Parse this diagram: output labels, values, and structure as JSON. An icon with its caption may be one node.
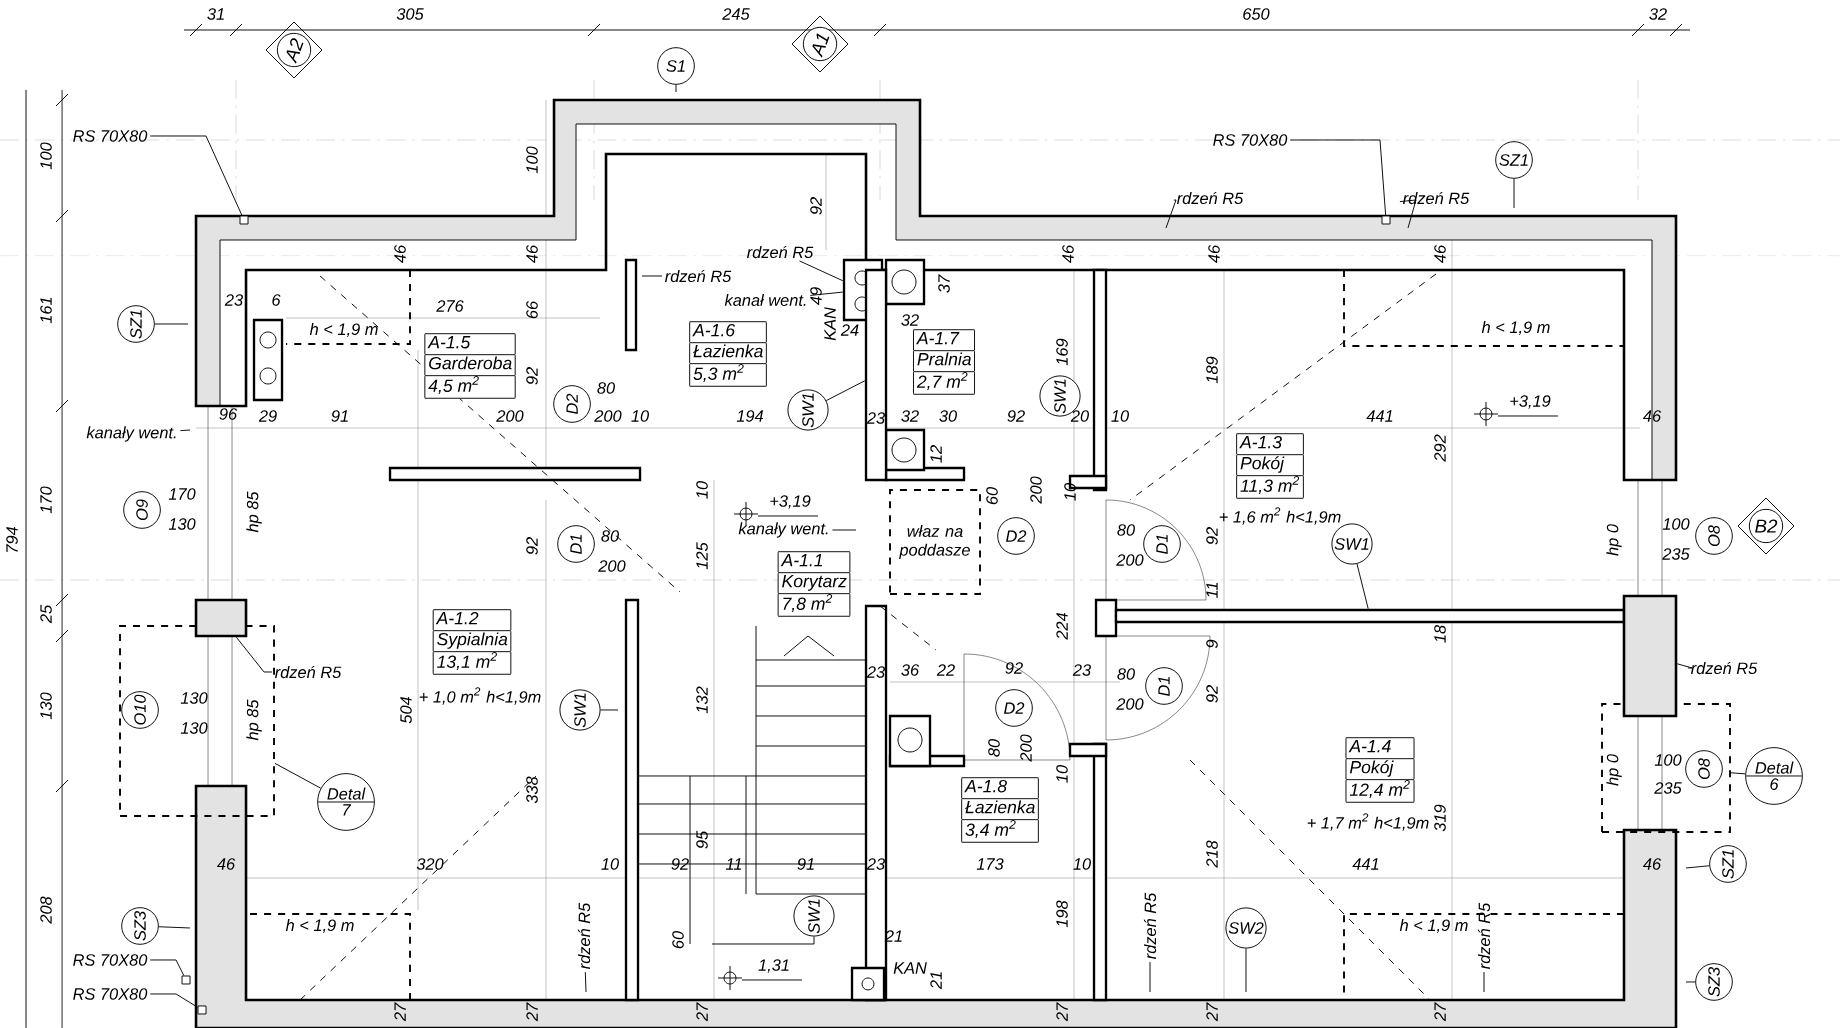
{
  "diagram": {
    "nodes": [
      {
        "text": [
          "A-1.5",
          "Garderoba",
          "4,5 m$^{2}$"
        ]
      },
      {
        "text": [
          "A-1.6",
          "Łazienka",
          "5,3 m$^{2}$"
        ]
      },
      {
        "text": [
          "A-1.7",
          "Pralnia",
          "2,7 m$^{2}$"
        ]
      },
      {
        "text": [
          "A-1.3",
          "Pokój",
          "11,3 m$^{2}$"
        ],
        "beside": [
          "+ 1,6 m$^{2}$ h<1,9m"
        ]
      },
      {
        "text": [
          "A-1.2",
          "Sypialnia",
          "13,1 m$^{2}$"
        ],
        "beside": [
          "+ 1,0 m$^{2}$ h<1,9m"
        ]
      },
      {
        "text": [
          "A-1.1",
          "Korytarz",
          "7,8 m$^{2}$"
        ]
      },
      {
        "text": [
          "A-1.8",
          "Łazienka",
          "3,4 m$^{2}$"
        ]
      },
      {
        "text": [
          "A-1.4",
          "Pokój",
          "12,4 m$^{2}$"
        ],
        "beside": [
          "+ 1,7 m$^{2}$ h<1,9m"
        ]
      },
      {
        "text": [
          "właz na poddasze"
        ]
      },
      {
        "text": [
          "A2"
        ]
      },
      {
        "text": [
          "A1"
        ]
      },
      {
        "text": [
          "B2"
        ]
      },
      {
        "text": [
          "S1"
        ]
      },
      {
        "text": [
          "SZ1"
        ]
      },
      {
        "text": [
          "SZ1"
        ]
      },
      {
        "text": [
          "SZ1"
        ]
      },
      {
        "text": [
          "SZ3"
        ]
      },
      {
        "text": [
          "SZ3"
        ]
      },
      {
        "text": [
          "SW1"
        ]
      },
      {
        "text": [
          "SW1"
        ]
      },
      {
        "text": [
          "SW1"
        ]
      },
      {
        "text": [
          "SW1"
        ]
      },
      {
        "text": [
          "SW1"
        ]
      },
      {
        "text": [
          "SW2"
        ]
      },
      {
        "text": [
          "D2"
        ],
        "beside": [
          "80",
          "200"
        ]
      },
      {
        "text": [
          "D1"
        ],
        "beside": [
          "80",
          "200"
        ]
      },
      {
        "text": [
          "D2"
        ],
        "beside": [
          "60",
          "200"
        ]
      },
      {
        "text": [
          "D1"
        ],
        "beside": [
          "80",
          "200"
        ]
      },
      {
        "text": [
          "D1"
        ],
        "beside": [
          "80",
          "200"
        ]
      },
      {
        "text": [
          "D2"
        ],
        "beside": [
          "80",
          "200"
        ]
      },
      {
        "text": [
          "O9"
        ],
        "beside": [
          "170",
          "130"
        ]
      },
      {
        "text": [
          "O10"
        ],
        "beside": [
          "130",
          "130"
        ],
        "in": 36
      },
      {
        "text": [
          "O8"
        ],
        "beside": [
          "100",
          "235"
        ]
      },
      {
        "text": [
          "O8"
        ],
        "beside": [
          "100",
          "235"
        ],
        "in": 37
      },
      {
        "text": [
          "Detal",
          "7"
        ]
      },
      {
        "text": [
          "Detal",
          "6"
        ]
      },
      {
        "text": [],
        "shape": "box"
      },
      {
        "text": [],
        "shape": "box"
      },
      {
        "text": [
          "RS 70X80"
        ]
      },
      {
        "text": [
          "RS 70X80"
        ]
      },
      {
        "text": [
          "RS 70X80"
        ]
      },
      {
        "text": [
          "RS 70X80"
        ]
      },
      {
        "text": [
          "rdzeń R5"
        ]
      },
      {
        "text": [
          "rdzeń R5"
        ]
      },
      {
        "text": [
          "rdzeń R5"
        ]
      },
      {
        "text": [
          "rdzeń R5"
        ]
      },
      {
        "text": [
          "kanał went."
        ]
      },
      {
        "text": [
          "kanały went."
        ]
      },
      {
        "text": [
          "kanały went."
        ]
      },
      {
        "text": [
          "rdzeń R5"
        ]
      },
      {
        "text": [
          "rdzeń R5"
        ]
      },
      {
        "text": [
          "rdzeń R5"
        ]
      },
      {
        "text": [
          "rdzeń R5"
        ]
      },
      {
        "text": [
          "rdzeń R5"
        ]
      },
      {
        "text": [],
        "shape": "box"
      },
      {
        "text": [],
        "shape": "box"
      },
      {
        "text": [],
        "shape": "box"
      },
      {
        "text": [],
        "shape": "box"
      },
      {
        "text": [],
        "shape": "box"
      },
      {
        "text": [],
        "shape": "box"
      },
      {
        "text": [],
        "shape": "box"
      },
      {
        "text": [],
        "shape": "box"
      },
      {
        "text": [],
        "shape": "box"
      }
    ],
    "edges": [
      {
        "from": 12,
        "to": null,
        "arrow": "none"
      },
      {
        "from": 13,
        "to": null,
        "arrow": "none"
      },
      {
        "from": 14,
        "to": null,
        "arrow": "none"
      },
      {
        "from": 15,
        "to": null,
        "arrow": "none"
      },
      {
        "from": 16,
        "to": null,
        "arrow": "none"
      },
      {
        "from": 17,
        "to": null,
        "arrow": "none"
      },
      {
        "from": 18,
        "to": 60,
        "arrow": "none"
      },
      {
        "from": 20,
        "to": null,
        "arrow": "none"
      },
      {
        "from": 21,
        "to": 61,
        "arrow": "none"
      },
      {
        "from": 22,
        "to": null,
        "arrow": "none"
      },
      {
        "from": 23,
        "to": null,
        "arrow": "none"
      },
      {
        "from": 34,
        "to": 36,
        "arrow": "none"
      },
      {
        "from": 35,
        "to": 37,
        "arrow": "none"
      },
      {
        "from": 38,
        "to": 54,
        "arrow": "none"
      },
      {
        "from": 39,
        "to": 55,
        "arrow": "none"
      },
      {
        "from": 40,
        "to": 56,
        "arrow": "none"
      },
      {
        "from": 41,
        "to": 57,
        "arrow": "none"
      },
      {
        "from": 42,
        "to": null,
        "arrow": "none"
      },
      {
        "from": 43,
        "to": null,
        "arrow": "none"
      },
      {
        "from": 44,
        "to": 59,
        "arrow": "none"
      },
      {
        "from": 45,
        "to": null,
        "arrow": "none"
      },
      {
        "from": 46,
        "to": 59,
        "arrow": "none"
      },
      {
        "from": 47,
        "to": null,
        "arrow": "none"
      },
      {
        "from": 48,
        "to": null,
        "arrow": "none"
      },
      {
        "from": 49,
        "to": 58,
        "arrow": "none"
      },
      {
        "from": 50,
        "to": 62,
        "arrow": "none"
      },
      {
        "from": 51,
        "to": null,
        "arrow": "none"
      },
      {
        "from": 52,
        "to": null,
        "arrow": "none"
      },
      {
        "from": 53,
        "to": null,
        "arrow": "none"
      }
    ],
    "labels": [
      "31",
      "305",
      "245",
      "650",
      "32",
      "100",
      "161",
      "170",
      "794",
      "25",
      "130",
      "208",
      "100",
      "46",
      "46",
      "23",
      "6",
      "276",
      "66",
      "92",
      "h < 1,9 m",
      "96",
      "29",
      "91",
      "200",
      "10",
      "92",
      "49",
      "KAN",
      "24",
      "32",
      "37",
      "194",
      "23",
      "32",
      "30",
      "92",
      "20",
      "10",
      "169",
      "189",
      "46",
      "46",
      "46",
      "h < 1,9 m",
      "+3,19",
      "441",
      "46",
      "292",
      "12",
      "10",
      "+3,19",
      "10",
      "hp 85",
      "hp 0",
      "92",
      "125",
      "224",
      "92",
      "11",
      "9",
      "92",
      "18",
      "23",
      "36",
      "22",
      "92",
      "23",
      "504",
      "132",
      "hp 85",
      "10",
      "hp 0",
      "338",
      "319",
      "95",
      "46",
      "320",
      "10",
      "92",
      "11",
      "91",
      "23",
      "173",
      "10",
      "218",
      "441",
      "46",
      "198",
      "h < 1,9 m",
      "h < 1,9 m",
      "21",
      "60",
      "KAN",
      "21",
      "1,31",
      "27",
      "27",
      "27",
      "27",
      "27",
      "27"
    ]
  }
}
